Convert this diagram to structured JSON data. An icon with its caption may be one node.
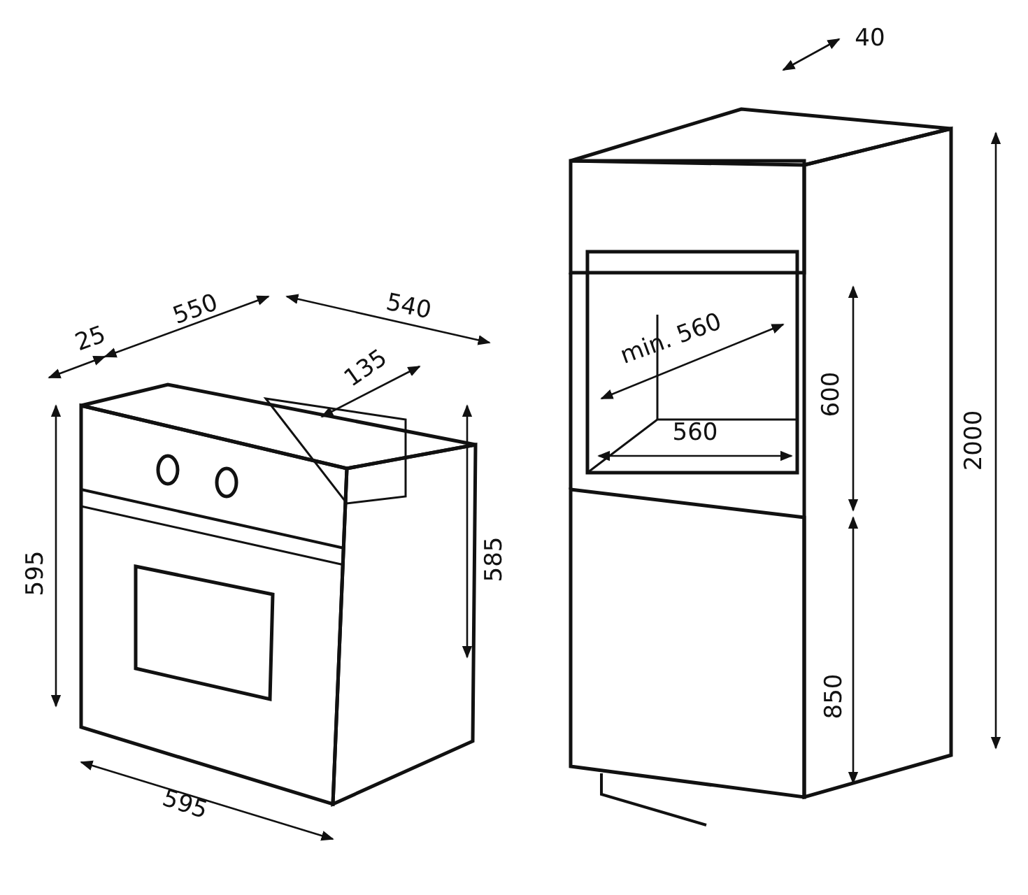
{
  "diagram": {
    "labels": [
      "40",
      "550",
      "540",
      "25",
      "min. 560",
      "135",
      "600",
      "2000",
      "560",
      "595",
      "585",
      "850",
      "595"
    ]
  }
}
